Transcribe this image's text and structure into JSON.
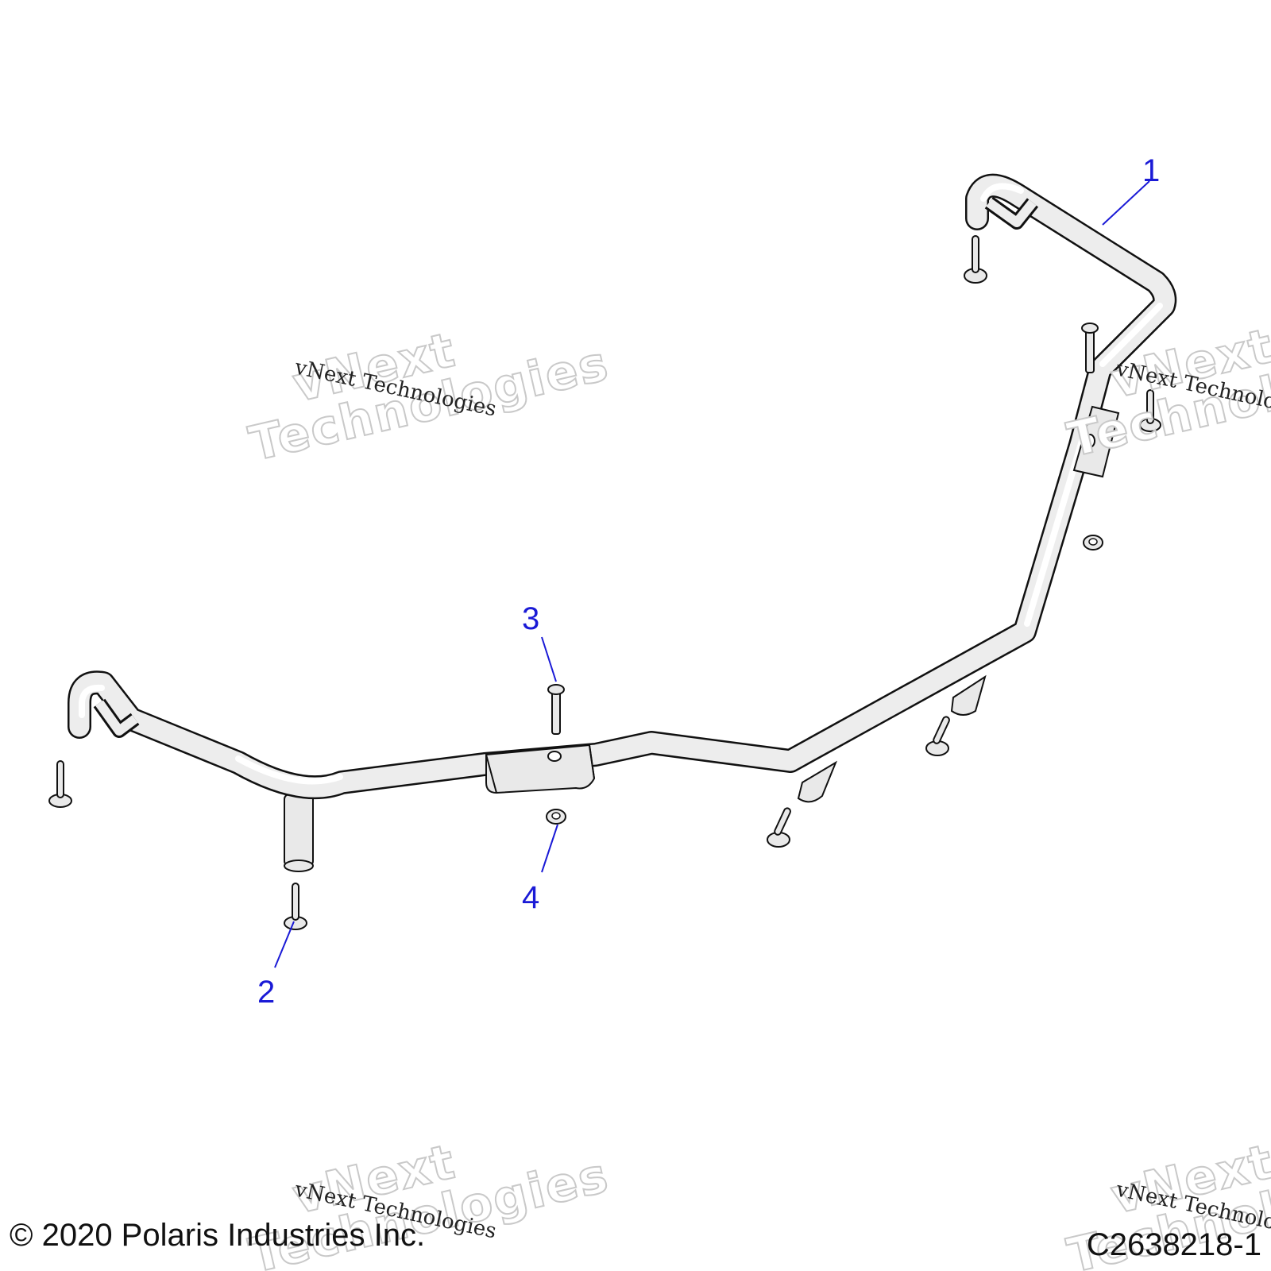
{
  "callouts": [
    {
      "number": "1",
      "part": "bumper-bar"
    },
    {
      "number": "2",
      "part": "screw-push-pin"
    },
    {
      "number": "3",
      "part": "bolt"
    },
    {
      "number": "4",
      "part": "nut"
    }
  ],
  "watermark": {
    "large_line1": "vNext",
    "large_line2": "Technologies",
    "small": "vNext Technologies"
  },
  "footer": {
    "copyright": "© 2020 Polaris Industries Inc.",
    "drawing_number": "C2638218-1"
  },
  "colors": {
    "callout": "#1a1ad6",
    "line_art": "#111111",
    "part_fill": "#e9e9e9"
  }
}
